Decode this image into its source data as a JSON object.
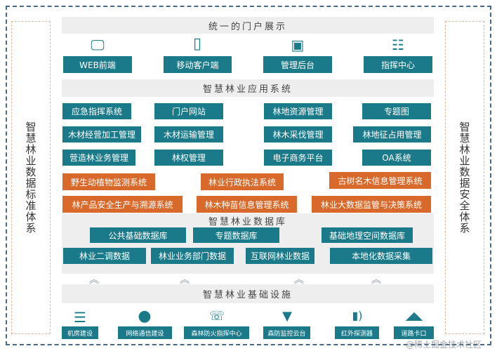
{
  "left_side": "智慧林业数据标准体系",
  "right_side": "智慧林业数据安全体系",
  "portal": {
    "title": "统一的门户展示",
    "items": [
      {
        "label": "WEB前端",
        "icon": "monitor-icon"
      },
      {
        "label": "移动客户端",
        "icon": "phone-icon"
      },
      {
        "label": "管理后台",
        "icon": "display-icon"
      },
      {
        "label": "指挥中心",
        "icon": "dashboard-icon"
      }
    ]
  },
  "apps": {
    "title": "智慧林业应用系统",
    "teal": [
      "应急指挥系统",
      "门户网站",
      "林地资源管理",
      "专题图",
      "木材经营加工管理",
      "木材运输管理",
      "林木采伐管理",
      "林地征占用管理",
      "营造林业务管理",
      "林权管理",
      "电子商务平台",
      "OA系统"
    ],
    "orange": [
      "野生动植物监测系统",
      "林业行政执法系统",
      "古树名木信息管理系统",
      "林产品安全生产与溯源系统",
      "林木种苗信息管理系统",
      "林业大数据监管与决策系统"
    ]
  },
  "db": {
    "title": "智慧林业数据库",
    "items": [
      "公共基础数据库",
      "专题数据库",
      "基础地理空间数据库",
      "林业二调数据",
      "林业业务部门数据",
      "互联网林业数据",
      "本地化数据采集"
    ]
  },
  "infra": {
    "title": "智慧林业基础设施",
    "items": [
      {
        "label": "机房建设",
        "icon": "server-icon"
      },
      {
        "label": "网络通信建设",
        "icon": "globe-icon"
      },
      {
        "label": "森林防火指挥中心",
        "icon": "sos-icon"
      },
      {
        "label": "森防监控云台",
        "icon": "camera-icon"
      },
      {
        "label": "红外探测器",
        "icon": "sensor-icon"
      },
      {
        "label": "道路卡口",
        "icon": "road-camera-icon"
      }
    ]
  },
  "watermark": "@稀土掘金技术社区",
  "colors": {
    "teal": "#1b7a8a",
    "orange": "#d9692a",
    "banner": "#eeeeef"
  }
}
